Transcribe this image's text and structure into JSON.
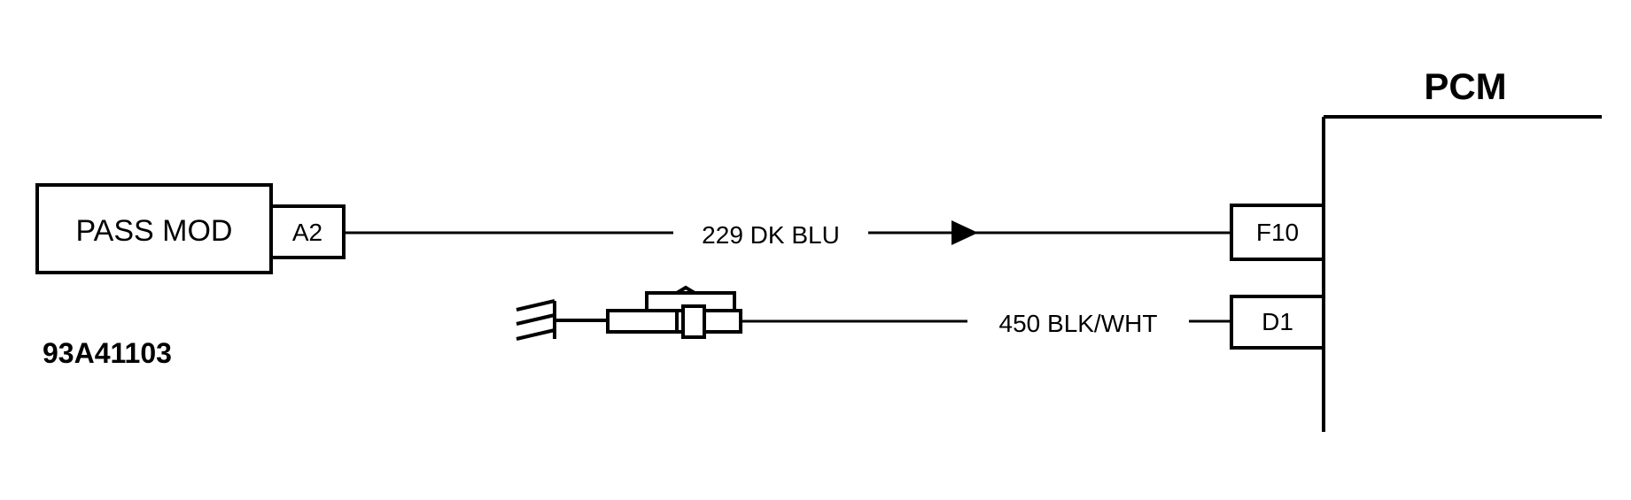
{
  "pcm": {
    "label": "PCM"
  },
  "pass_module": {
    "label": "PASS MOD",
    "pin": "A2"
  },
  "wire_1": {
    "label": "229 DK BLU",
    "pcm_pin": "F10"
  },
  "wire_2": {
    "label": "450 BLK/WHT",
    "pcm_pin": "D1"
  },
  "figure_id": "93A41103"
}
